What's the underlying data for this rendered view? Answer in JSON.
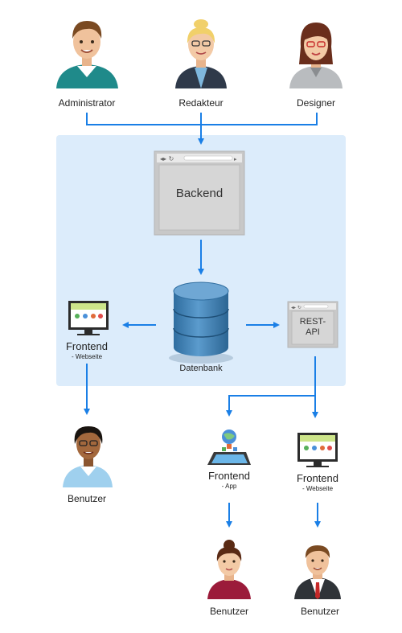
{
  "top_roles": {
    "administrator": "Administrator",
    "redakteur": "Redakteur",
    "designer": "Designer"
  },
  "backend": {
    "label": "Backend"
  },
  "database": {
    "label": "Datenbank"
  },
  "rest_api": {
    "line1": "REST-",
    "line2": "API"
  },
  "frontend_web_left": {
    "title": "Frontend",
    "subtitle": "- Webseite"
  },
  "frontend_app": {
    "title": "Frontend",
    "subtitle": "- App"
  },
  "frontend_web_right": {
    "title": "Frontend",
    "subtitle": "- Webseite"
  },
  "users": {
    "left": "Benutzer",
    "middle": "Benutzer",
    "right": "Benutzer"
  },
  "colors": {
    "arrow": "#1a7fe6",
    "panel": "#dcecfb",
    "db": "#4a86b8"
  }
}
